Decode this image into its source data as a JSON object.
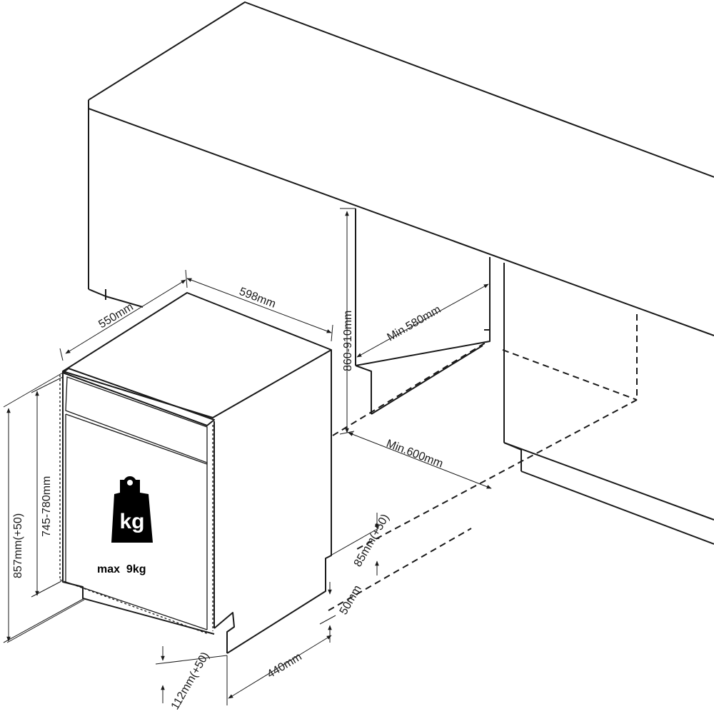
{
  "dimensions": {
    "cabinet_depth": "550mm",
    "cabinet_width": "598mm",
    "niche_height": "860-910mm",
    "niche_depth_min": "Min.580mm",
    "niche_width_min": "Min.600mm",
    "total_height": "857mm(+50)",
    "door_height": "745-780mm",
    "plinth_height": "85mm(+50)",
    "plinth_gap": "50mm",
    "plinth_depth": "440mm",
    "plinth_bottom": "112mm(+50)"
  },
  "weight": {
    "icon_text": "kg",
    "label": "max  9kg"
  },
  "icons": [
    "weight-icon"
  ]
}
